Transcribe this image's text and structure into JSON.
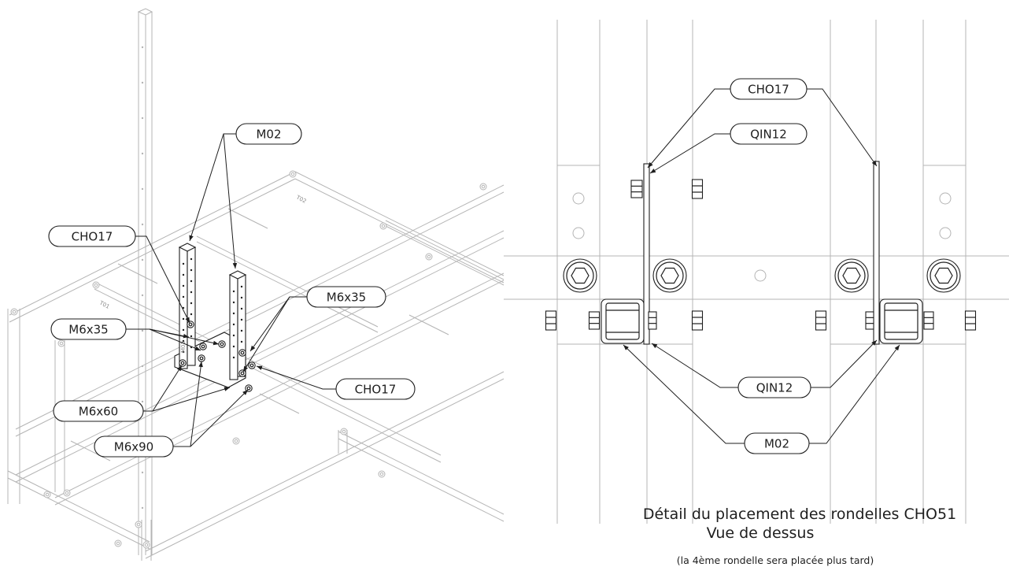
{
  "left_view": {
    "callouts": {
      "m02": "M02",
      "cho17_upper": "CHO17",
      "m6x35_left": "M6x35",
      "m6x35_right": "M6x35",
      "cho17_lower": "CHO17",
      "m6x60": "M6x60",
      "m6x90": "M6x90"
    },
    "frame_marks": {
      "rail_upper": "T02",
      "rail_lower": "T01",
      "tube": "M02"
    }
  },
  "right_view": {
    "callouts": {
      "cho17": "CHO17",
      "qin12_upper": "QIN12",
      "qin12_lower": "QIN12",
      "m02": "M02"
    },
    "title": "Détail du placement des rondelles CHO51",
    "subtitle": "Vue de dessus",
    "note": "(la 4ème rondelle sera placée plus tard)"
  }
}
